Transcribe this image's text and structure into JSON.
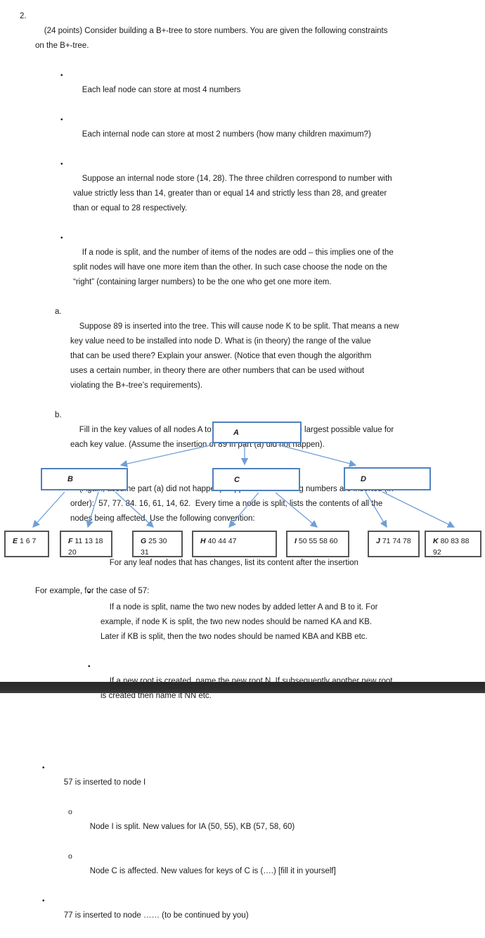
{
  "colors": {
    "internal_node_border": "#4f81bd",
    "leaf_node_border": "#555555",
    "arrow": "#6f9fd8",
    "page_separator": "#2c2c2c"
  },
  "question": {
    "number": "2.",
    "intro": "(24 points) Consider building a B+-tree to store numbers. You are given the following constraints\non the B+-tree.",
    "bullet_marker": "•",
    "bullets": [
      "Each leaf node can store at most 4 numbers",
      "Each internal node can store at most 2 numbers (how many children maximum?)",
      "Suppose an internal node store (14, 28). The three children correspond to number with\nvalue strictly less than 14, greater than or equal 14 and strictly less than 28, and greater\nthan or equal to 28 respectively.",
      "If a node is split, and the number of items of the nodes are odd – this implies one of the\nsplit nodes will have one more item than the other. In such case choose the node on the\n“right” (containing larger numbers) to be the one who get one more item."
    ],
    "parts": [
      {
        "label": "a.",
        "text": "Suppose 89 is inserted into the tree. This will cause node K to be split. That means a new\nkey value need to be installed into node D. What is (in theory) the range of the value\nthat can be used there? Explain your answer. (Notice that even though the algorithm\nuses a certain number, in theory there are other numbers that can be used without\nviolating the B+-tree’s requirements)."
      },
      {
        "label": "b.",
        "text": "Fill in the key values of all nodes A to D, assuming we take the largest possible value for\neach key value. (Assume the insertion of 89 in part (a) did not happen)."
      },
      {
        "label": "c.",
        "text": "(Again, assume part (a) did not happen) Suppose the following numbers are inserted (in\norder):  57, 77. 84. 16, 61, 14, 62.  Every time a node is split, lists the contents of all the\nnodes being affected. Use the following convention:"
      }
    ],
    "conventions": [
      "For any leaf nodes that has changes, list its content after the insertion",
      "If a node is split, name the two new nodes by added letter A and B to it. For\nexample, if node K is split, the two new nodes should be named KA and KB.\nLater if KB is split, then the two nodes should be named KBA and KBB etc.",
      "If a new root is created, name the new root N. If subsequently another new root\nis created then name it NN etc."
    ],
    "example_caption": "For example, for the case of 57:"
  },
  "tree": {
    "internal_nodes": [
      {
        "id": "A"
      },
      {
        "id": "B"
      },
      {
        "id": "C"
      },
      {
        "id": "D"
      }
    ],
    "leaf_nodes": [
      {
        "id": "E",
        "values": "1 6 7"
      },
      {
        "id": "F",
        "values": "11 13 18\n20"
      },
      {
        "id": "G",
        "values": "25 30\n31"
      },
      {
        "id": "H",
        "values": "40 44 47"
      },
      {
        "id": "I",
        "values": "50 55 58 60"
      },
      {
        "id": "J",
        "values": "71 74 78"
      },
      {
        "id": "K",
        "values": "80 83 88\n92"
      }
    ]
  },
  "page2": {
    "bullets": [
      {
        "marker": "•",
        "text": "57 is inserted to node I"
      },
      {
        "marker": "o",
        "text": "Node I is split. New values for IA (50, 55), KB (57, 58, 60)"
      },
      {
        "marker": "o",
        "text": "Node C is affected. New values for keys of C is (….) [fill it in yourself]"
      },
      {
        "marker": "•",
        "text": "77 is inserted to node …… (to be continued by you)"
      }
    ]
  }
}
